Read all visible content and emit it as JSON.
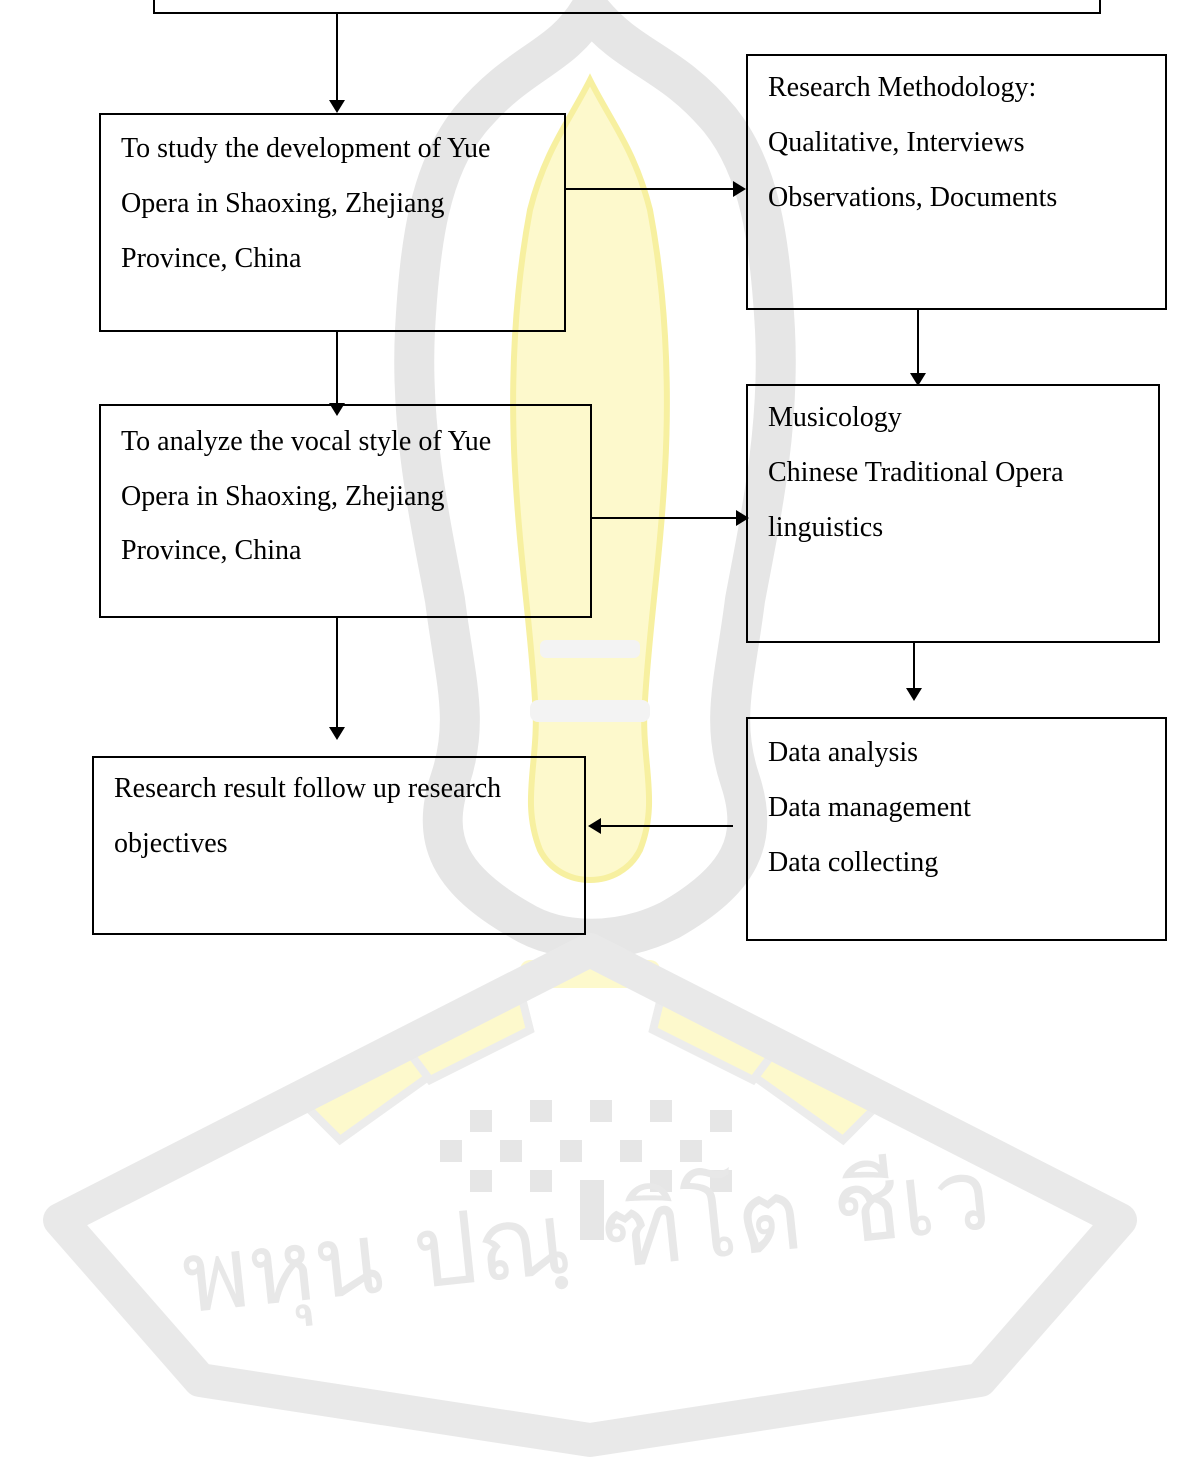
{
  "colors": {
    "line": "#000000",
    "watermark_gray": "#e3e3e3",
    "watermark_yellow": "#fcf8c8"
  },
  "boxes": {
    "objective_1": [
      "To study the development of Yue",
      "Opera in Shaoxing, Zhejiang",
      "Province, China"
    ],
    "objective_2": [
      "To analyze the vocal style of Yue",
      "Opera in Shaoxing, Zhejiang",
      "Province, China"
    ],
    "result": [
      "Research result follow up research",
      "objectives"
    ],
    "methodology": [
      "Research Methodology:",
      "Qualitative, Interviews",
      "Observations, Documents"
    ],
    "theory": [
      "Musicology",
      "Chinese Traditional Opera",
      "linguistics"
    ],
    "data": [
      "Data analysis",
      "Data management",
      "Data collecting"
    ]
  },
  "watermark": {
    "text": "พหุน ปณฺ ฑิโต ชีเว"
  }
}
